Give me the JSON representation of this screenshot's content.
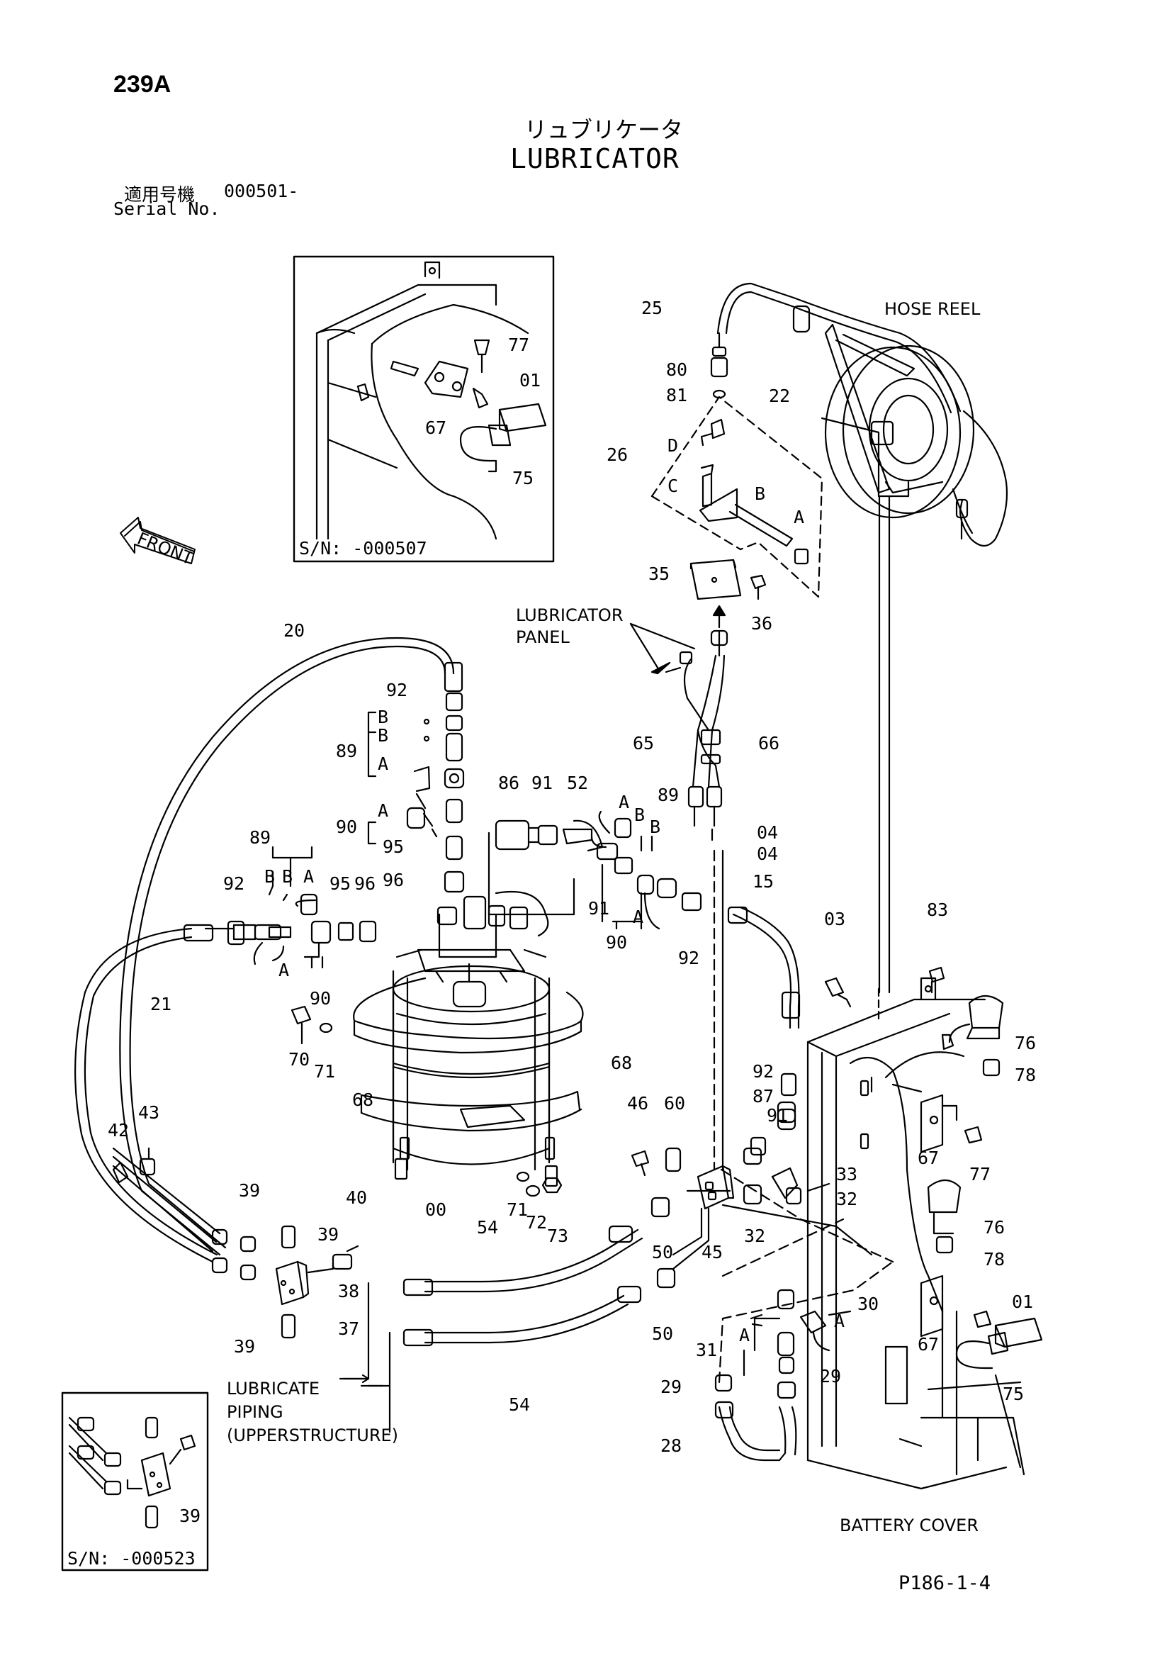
{
  "header": {
    "page_number": "239A",
    "title_jp": "リュブリケータ",
    "title_en": "LUBRICATOR",
    "serial_jp": "適用号機",
    "serial_value": "000501-",
    "serial_en": "Serial No."
  },
  "footer": {
    "code": "P186-1-4"
  },
  "notes": {
    "hose_reel": "HOSE REEL",
    "front": "FRONT",
    "lubricator_panel_1": "LUBRICATOR",
    "lubricator_panel_2": "PANEL",
    "lubricate_piping_1": "LUBRICATE",
    "lubricate_piping_2": "PIPING",
    "lubricate_piping_3": "(UPPERSTRUCTURE)",
    "battery_cover": "BATTERY COVER"
  },
  "insets": {
    "top_sn": "S/N: -000507",
    "bottom_sn": "S/N: -000523"
  },
  "callouts": {
    "c77a": "77",
    "c01a": "01",
    "c67a": "67",
    "c75a": "75",
    "c25": "25",
    "c80": "80",
    "c81": "81",
    "c22": "22",
    "c26": "26",
    "cD": "D",
    "cC": "C",
    "cB1": "B",
    "cA1": "A",
    "c35": "35",
    "c36": "36",
    "c20": "20",
    "c92a": "92",
    "cB2": "B",
    "cB3": "B",
    "c89a": "89",
    "cA2": "A",
    "cA3": "A",
    "c90a": "90",
    "c95a": "95",
    "c96a": "96",
    "c86": "86",
    "c91a": "91",
    "c52": "52",
    "cA4": "A",
    "cB4": "B",
    "cB5": "B",
    "c89b": "89",
    "c65": "65",
    "c66": "66",
    "c04a": "04",
    "c04b": "04",
    "c89c": "89",
    "cB6": "B",
    "cB7": "B",
    "cA5": "A",
    "c92b": "92",
    "c95b": "95",
    "c96b": "96",
    "c91b": "91",
    "cA6": "A",
    "c90b": "90",
    "c92c": "92",
    "c15": "15",
    "c21": "21",
    "cA7": "A",
    "c90c": "90",
    "c70": "70",
    "c71a": "71",
    "c68a": "68",
    "c68b": "68",
    "c03": "03",
    "c83": "83",
    "c76a": "76",
    "c78a": "78",
    "c92d": "92",
    "c87": "87",
    "c91c": "91",
    "c46": "46",
    "c60": "60",
    "c33": "33",
    "c32a": "32",
    "c32b": "32",
    "c67b": "67",
    "c77b": "77",
    "c43": "43",
    "c42": "42",
    "c39a": "39",
    "c40": "40",
    "c39b": "39",
    "c38": "38",
    "c37": "37",
    "c39c": "39",
    "c00": "00",
    "c71b": "71",
    "c72": "72",
    "c73": "73",
    "c54a": "54",
    "c50a": "50",
    "c45": "45",
    "c76b": "76",
    "c78b": "78",
    "c50b": "50",
    "c30": "30",
    "cA8": "A",
    "cA9": "A",
    "c31": "31",
    "c01b": "01",
    "c67c": "67",
    "c75b": "75",
    "c54b": "54",
    "c29a": "29",
    "c29b": "29",
    "c28": "28",
    "c39d": "39"
  }
}
